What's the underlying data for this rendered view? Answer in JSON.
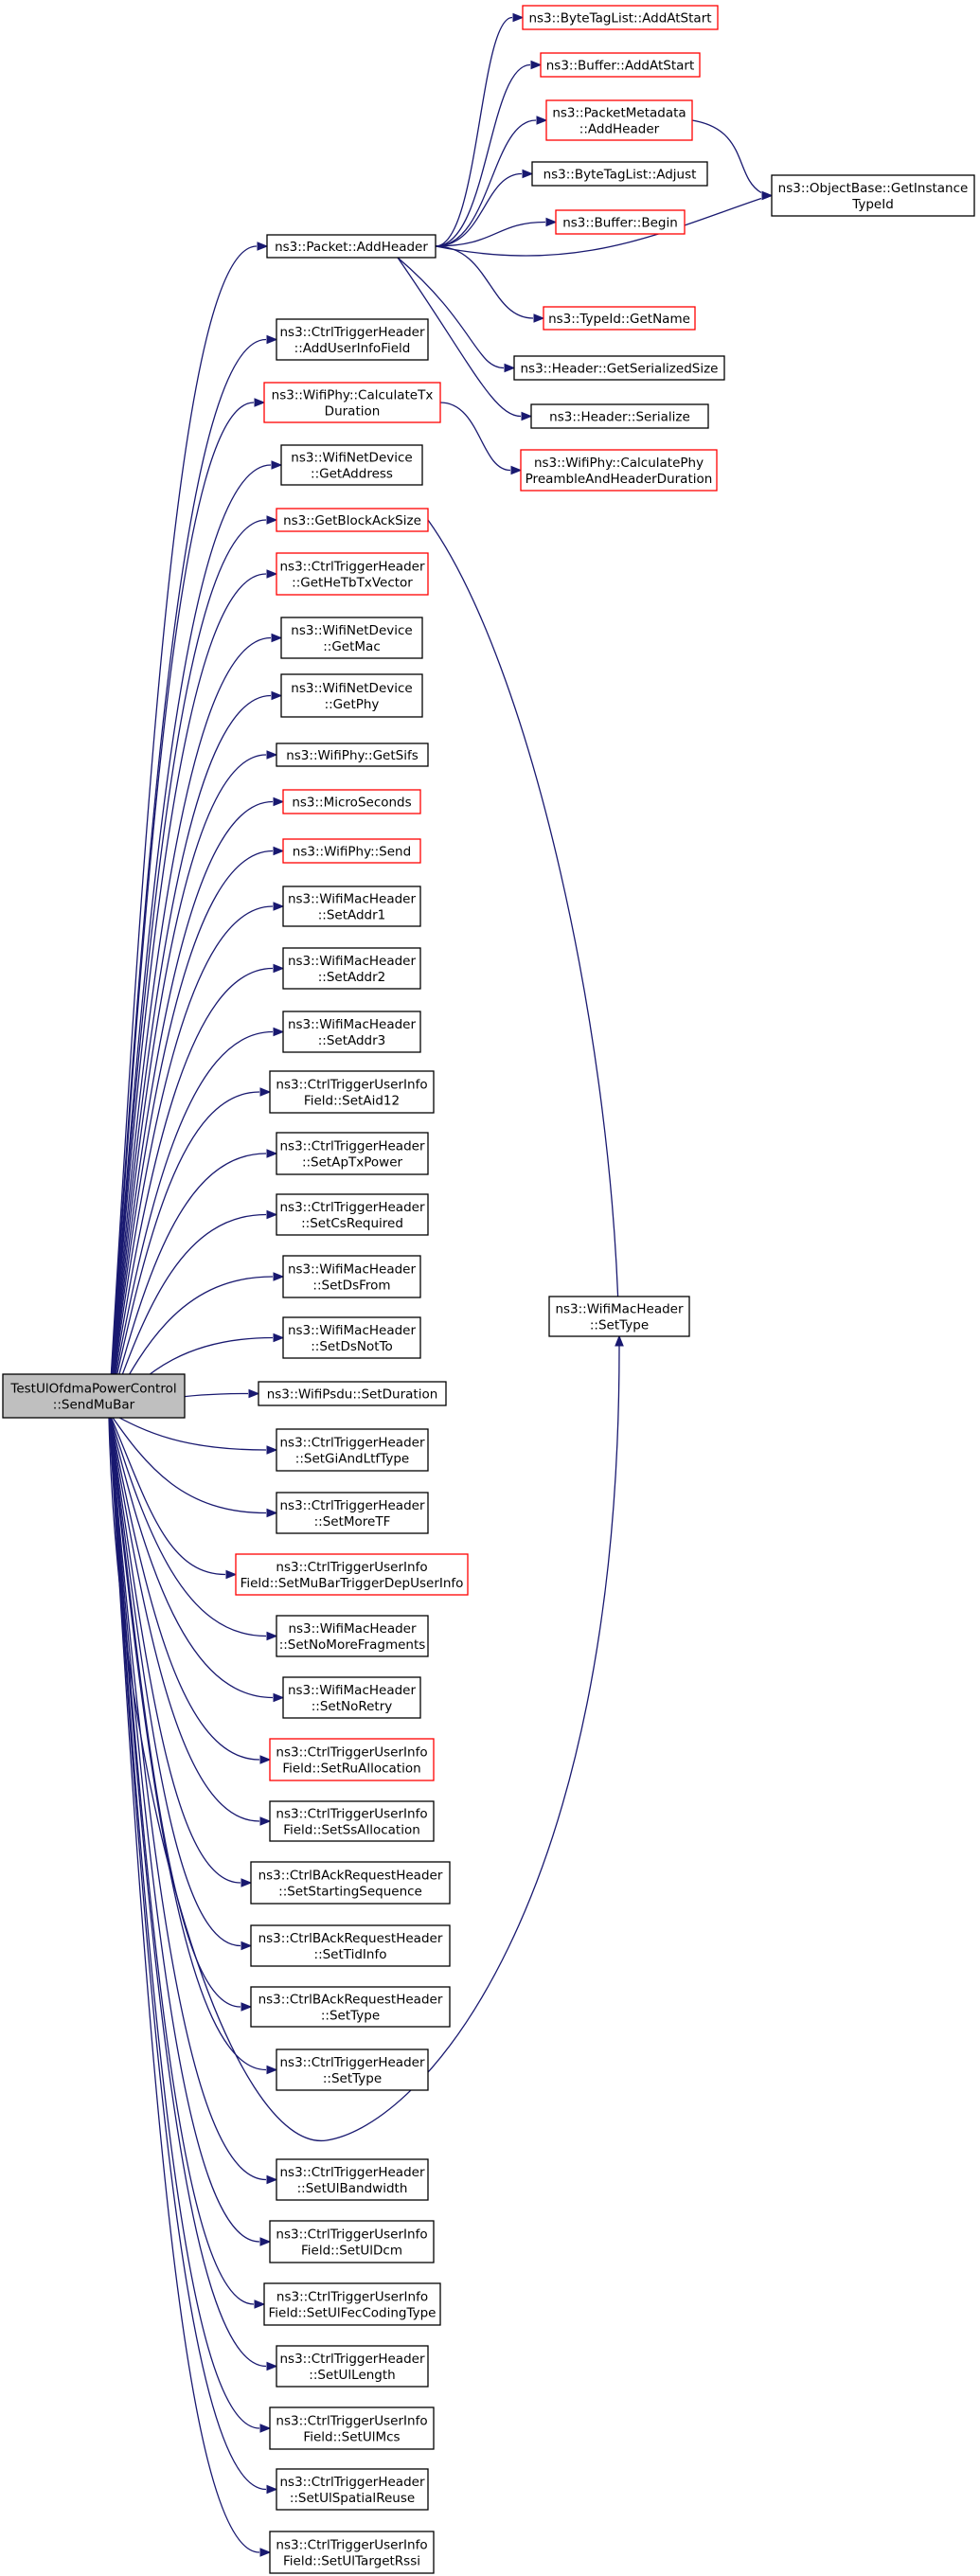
{
  "colors": {
    "edge": "#191970",
    "node_border_default": "#000000",
    "node_border_red": "#ff0000",
    "root_fill": "#bfbfbf",
    "node_fill": "#ffffff"
  },
  "nodes": [
    {
      "id": "root",
      "lines": [
        "TestUlOfdmaPowerControl",
        "::SendMuBar"
      ],
      "style": "root"
    },
    {
      "id": "packet-addheader",
      "lines": [
        "ns3::Packet::AddHeader"
      ],
      "style": "black"
    },
    {
      "id": "ctrltriggerheader-adduserinfofield",
      "lines": [
        "ns3::CtrlTriggerHeader",
        "::AddUserInfoField"
      ],
      "style": "black"
    },
    {
      "id": "wifiphy-calculatetxduration",
      "lines": [
        "ns3::WifiPhy::CalculateTx",
        "Duration"
      ],
      "style": "red"
    },
    {
      "id": "wifinetdevice-getaddress",
      "lines": [
        "ns3::WifiNetDevice",
        "::GetAddress"
      ],
      "style": "black"
    },
    {
      "id": "getblockacksize",
      "lines": [
        "ns3::GetBlockAckSize"
      ],
      "style": "red"
    },
    {
      "id": "ctrltriggerheader-gethetbtxvector",
      "lines": [
        "ns3::CtrlTriggerHeader",
        "::GetHeTbTxVector"
      ],
      "style": "red"
    },
    {
      "id": "wifinetdevice-getmac",
      "lines": [
        "ns3::WifiNetDevice",
        "::GetMac"
      ],
      "style": "black"
    },
    {
      "id": "wifinetdevice-getphy",
      "lines": [
        "ns3::WifiNetDevice",
        "::GetPhy"
      ],
      "style": "black"
    },
    {
      "id": "wifiphy-getsifs",
      "lines": [
        "ns3::WifiPhy::GetSifs"
      ],
      "style": "black"
    },
    {
      "id": "microseconds",
      "lines": [
        "ns3::MicroSeconds"
      ],
      "style": "red"
    },
    {
      "id": "wifiphy-send",
      "lines": [
        "ns3::WifiPhy::Send"
      ],
      "style": "red"
    },
    {
      "id": "wifimacheader-setaddr1",
      "lines": [
        "ns3::WifiMacHeader",
        "::SetAddr1"
      ],
      "style": "black"
    },
    {
      "id": "wifimacheader-setaddr2",
      "lines": [
        "ns3::WifiMacHeader",
        "::SetAddr2"
      ],
      "style": "black"
    },
    {
      "id": "wifimacheader-setaddr3",
      "lines": [
        "ns3::WifiMacHeader",
        "::SetAddr3"
      ],
      "style": "black"
    },
    {
      "id": "ctrltriggeruserinfofield-setaid12",
      "lines": [
        "ns3::CtrlTriggerUserInfo",
        "Field::SetAid12"
      ],
      "style": "black"
    },
    {
      "id": "ctrltriggerheader-setaptxpower",
      "lines": [
        "ns3::CtrlTriggerHeader",
        "::SetApTxPower"
      ],
      "style": "black"
    },
    {
      "id": "ctrltriggerheader-setcsrequired",
      "lines": [
        "ns3::CtrlTriggerHeader",
        "::SetCsRequired"
      ],
      "style": "black"
    },
    {
      "id": "wifimacheader-setdsfrom",
      "lines": [
        "ns3::WifiMacHeader",
        "::SetDsFrom"
      ],
      "style": "black"
    },
    {
      "id": "wifimacheader-setdsnotto",
      "lines": [
        "ns3::WifiMacHeader",
        "::SetDsNotTo"
      ],
      "style": "black"
    },
    {
      "id": "wifipsdu-setduration",
      "lines": [
        "ns3::WifiPsdu::SetDuration"
      ],
      "style": "black"
    },
    {
      "id": "ctrltriggerheader-setgiandltftype",
      "lines": [
        "ns3::CtrlTriggerHeader",
        "::SetGiAndLtfType"
      ],
      "style": "black"
    },
    {
      "id": "ctrltriggerheader-setmoretf",
      "lines": [
        "ns3::CtrlTriggerHeader",
        "::SetMoreTF"
      ],
      "style": "black"
    },
    {
      "id": "ctrltriggeruserinfofield-setmubartriggerdepuserinfo",
      "lines": [
        "ns3::CtrlTriggerUserInfo",
        "Field::SetMuBarTriggerDepUserInfo"
      ],
      "style": "red"
    },
    {
      "id": "wifimacheader-setnomorefragments",
      "lines": [
        "ns3::WifiMacHeader",
        "::SetNoMoreFragments"
      ],
      "style": "black"
    },
    {
      "id": "wifimacheader-setnoretry",
      "lines": [
        "ns3::WifiMacHeader",
        "::SetNoRetry"
      ],
      "style": "black"
    },
    {
      "id": "ctrltriggeruserinfofield-setruallocation",
      "lines": [
        "ns3::CtrlTriggerUserInfo",
        "Field::SetRuAllocation"
      ],
      "style": "red"
    },
    {
      "id": "ctrltriggeruserinfofield-setssallocation",
      "lines": [
        "ns3::CtrlTriggerUserInfo",
        "Field::SetSsAllocation"
      ],
      "style": "black"
    },
    {
      "id": "ctrlbackrequestheader-setstartingsequence",
      "lines": [
        "ns3::CtrlBAckRequestHeader",
        "::SetStartingSequence"
      ],
      "style": "black"
    },
    {
      "id": "ctrlbackrequestheader-settidinfo",
      "lines": [
        "ns3::CtrlBAckRequestHeader",
        "::SetTidInfo"
      ],
      "style": "black"
    },
    {
      "id": "ctrlbackrequestheader-settype",
      "lines": [
        "ns3::CtrlBAckRequestHeader",
        "::SetType"
      ],
      "style": "black"
    },
    {
      "id": "ctrltriggerheader-settype",
      "lines": [
        "ns3::CtrlTriggerHeader",
        "::SetType"
      ],
      "style": "black"
    },
    {
      "id": "ctrltriggerheader-setulbandwidth",
      "lines": [
        "ns3::CtrlTriggerHeader",
        "::SetUlBandwidth"
      ],
      "style": "black"
    },
    {
      "id": "ctrltriggeruserinfofield-setuldcm",
      "lines": [
        "ns3::CtrlTriggerUserInfo",
        "Field::SetUlDcm"
      ],
      "style": "black"
    },
    {
      "id": "ctrltriggeruserinfofield-setulfeccodingtype",
      "lines": [
        "ns3::CtrlTriggerUserInfo",
        "Field::SetUlFecCodingType"
      ],
      "style": "black"
    },
    {
      "id": "ctrltriggerheader-setullength",
      "lines": [
        "ns3::CtrlTriggerHeader",
        "::SetUlLength"
      ],
      "style": "black"
    },
    {
      "id": "ctrltriggeruserinfofield-setulmcs",
      "lines": [
        "ns3::CtrlTriggerUserInfo",
        "Field::SetUlMcs"
      ],
      "style": "black"
    },
    {
      "id": "ctrltriggerheader-setulspatialreuse",
      "lines": [
        "ns3::CtrlTriggerHeader",
        "::SetUlSpatialReuse"
      ],
      "style": "black"
    },
    {
      "id": "ctrltriggeruserinfofield-setultargetrssi",
      "lines": [
        "ns3::CtrlTriggerUserInfo",
        "Field::SetUlTargetRssi"
      ],
      "style": "black"
    },
    {
      "id": "bytetaglist-addatstart",
      "lines": [
        "ns3::ByteTagList::AddAtStart"
      ],
      "style": "red"
    },
    {
      "id": "buffer-addatstart",
      "lines": [
        "ns3::Buffer::AddAtStart"
      ],
      "style": "red"
    },
    {
      "id": "packetmetadata-addheader",
      "lines": [
        "ns3::PacketMetadata",
        "::AddHeader"
      ],
      "style": "red"
    },
    {
      "id": "bytetaglist-adjust",
      "lines": [
        "ns3::ByteTagList::Adjust"
      ],
      "style": "black"
    },
    {
      "id": "buffer-begin",
      "lines": [
        "ns3::Buffer::Begin"
      ],
      "style": "red"
    },
    {
      "id": "typeid-getname",
      "lines": [
        "ns3::TypeId::GetName"
      ],
      "style": "red"
    },
    {
      "id": "header-getserializedsize",
      "lines": [
        "ns3::Header::GetSerializedSize"
      ],
      "style": "black"
    },
    {
      "id": "header-serialize",
      "lines": [
        "ns3::Header::Serialize"
      ],
      "style": "black"
    },
    {
      "id": "wifiphy-calculatephypreambleandheaderduration",
      "lines": [
        "ns3::WifiPhy::CalculatePhy",
        "PreambleAndHeaderDuration"
      ],
      "style": "red"
    },
    {
      "id": "wifimacheader-settype",
      "lines": [
        "ns3::WifiMacHeader",
        "::SetType"
      ],
      "style": "black"
    },
    {
      "id": "objectbase-getinstancetypeid",
      "lines": [
        "ns3::ObjectBase::GetInstance",
        "TypeId"
      ],
      "style": "black"
    }
  ],
  "edges": [
    [
      "root",
      "packet-addheader"
    ],
    [
      "root",
      "ctrltriggerheader-adduserinfofield"
    ],
    [
      "root",
      "wifiphy-calculatetxduration"
    ],
    [
      "root",
      "wifinetdevice-getaddress"
    ],
    [
      "root",
      "getblockacksize"
    ],
    [
      "root",
      "ctrltriggerheader-gethetbtxvector"
    ],
    [
      "root",
      "wifinetdevice-getmac"
    ],
    [
      "root",
      "wifinetdevice-getphy"
    ],
    [
      "root",
      "wifiphy-getsifs"
    ],
    [
      "root",
      "microseconds"
    ],
    [
      "root",
      "wifiphy-send"
    ],
    [
      "root",
      "wifimacheader-setaddr1"
    ],
    [
      "root",
      "wifimacheader-setaddr2"
    ],
    [
      "root",
      "wifimacheader-setaddr3"
    ],
    [
      "root",
      "ctrltriggeruserinfofield-setaid12"
    ],
    [
      "root",
      "ctrltriggerheader-setaptxpower"
    ],
    [
      "root",
      "ctrltriggerheader-setcsrequired"
    ],
    [
      "root",
      "wifimacheader-setdsfrom"
    ],
    [
      "root",
      "wifimacheader-setdsnotto"
    ],
    [
      "root",
      "wifipsdu-setduration"
    ],
    [
      "root",
      "ctrltriggerheader-setgiandltftype"
    ],
    [
      "root",
      "ctrltriggerheader-setmoretf"
    ],
    [
      "root",
      "ctrltriggeruserinfofield-setmubartriggerdepuserinfo"
    ],
    [
      "root",
      "wifimacheader-setnomorefragments"
    ],
    [
      "root",
      "wifimacheader-setnoretry"
    ],
    [
      "root",
      "ctrltriggeruserinfofield-setruallocation"
    ],
    [
      "root",
      "ctrltriggeruserinfofield-setssallocation"
    ],
    [
      "root",
      "ctrlbackrequestheader-setstartingsequence"
    ],
    [
      "root",
      "ctrlbackrequestheader-settidinfo"
    ],
    [
      "root",
      "ctrlbackrequestheader-settype"
    ],
    [
      "root",
      "ctrltriggerheader-settype"
    ],
    [
      "root",
      "wifimacheader-settype"
    ],
    [
      "root",
      "ctrltriggerheader-setulbandwidth"
    ],
    [
      "root",
      "ctrltriggeruserinfofield-setuldcm"
    ],
    [
      "root",
      "ctrltriggeruserinfofield-setulfeccodingtype"
    ],
    [
      "root",
      "ctrltriggerheader-setullength"
    ],
    [
      "root",
      "ctrltriggeruserinfofield-setulmcs"
    ],
    [
      "root",
      "ctrltriggerheader-setulspatialreuse"
    ],
    [
      "root",
      "ctrltriggeruserinfofield-setultargetrssi"
    ],
    [
      "packet-addheader",
      "bytetaglist-addatstart"
    ],
    [
      "packet-addheader",
      "buffer-addatstart"
    ],
    [
      "packet-addheader",
      "packetmetadata-addheader"
    ],
    [
      "packet-addheader",
      "bytetaglist-adjust"
    ],
    [
      "packet-addheader",
      "buffer-begin"
    ],
    [
      "packet-addheader",
      "objectbase-getinstancetypeid"
    ],
    [
      "packet-addheader",
      "typeid-getname"
    ],
    [
      "packet-addheader",
      "header-getserializedsize"
    ],
    [
      "packet-addheader",
      "header-serialize"
    ],
    [
      "packetmetadata-addheader",
      "objectbase-getinstancetypeid"
    ],
    [
      "wifiphy-calculatetxduration",
      "wifiphy-calculatephypreambleandheaderduration"
    ],
    [
      "getblockacksize",
      "wifimacheader-settype"
    ]
  ]
}
